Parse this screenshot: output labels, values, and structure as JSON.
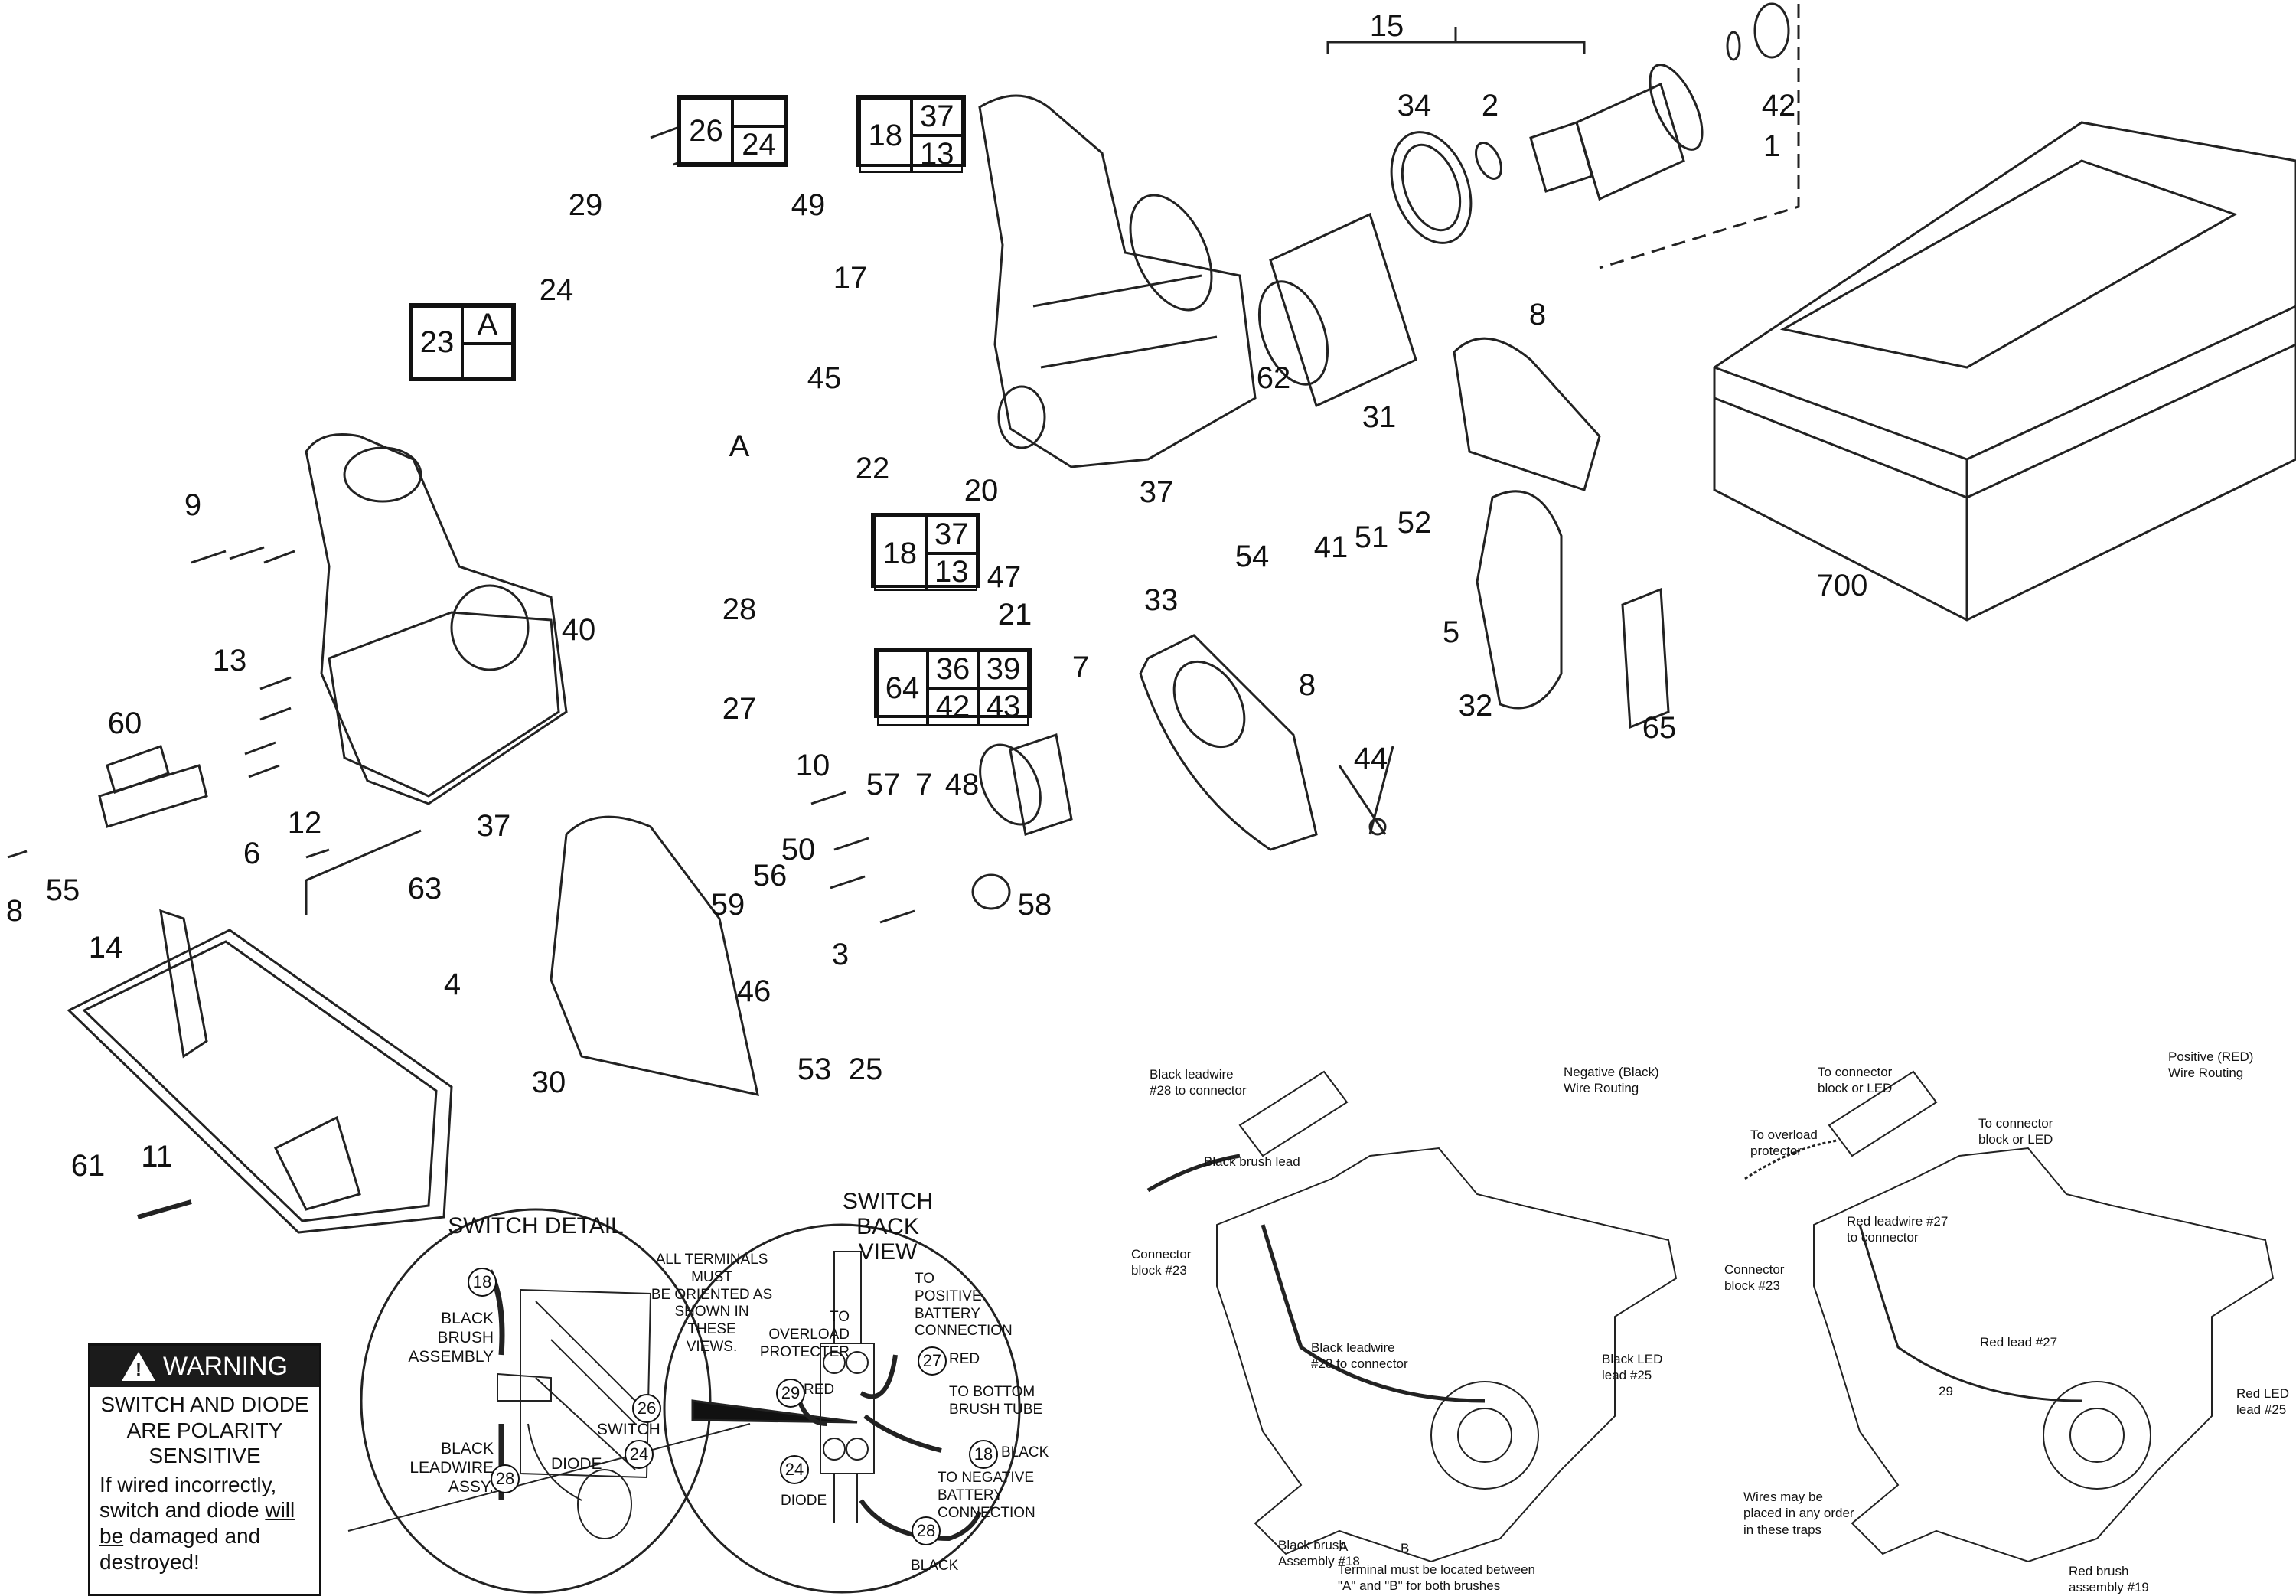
{
  "diagram": {
    "type": "exploded-parts-diagram",
    "subject": "Cordless circular saw with carrying case",
    "part_labels": [
      {
        "id": "15",
        "text": "15"
      },
      {
        "id": "34",
        "text": "34"
      },
      {
        "id": "2",
        "text": "2"
      },
      {
        "id": "42a",
        "text": "42"
      },
      {
        "id": "1",
        "text": "1"
      },
      {
        "id": "29",
        "text": "29"
      },
      {
        "id": "49",
        "text": "49"
      },
      {
        "id": "24",
        "text": "24"
      },
      {
        "id": "17",
        "text": "17"
      },
      {
        "id": "45",
        "text": "45"
      },
      {
        "id": "62",
        "text": "62"
      },
      {
        "id": "8a",
        "text": "8"
      },
      {
        "id": "31",
        "text": "31"
      },
      {
        "id": "A",
        "text": "A"
      },
      {
        "id": "22",
        "text": "22"
      },
      {
        "id": "20",
        "text": "20"
      },
      {
        "id": "37a",
        "text": "37"
      },
      {
        "id": "700",
        "text": "700"
      },
      {
        "id": "9",
        "text": "9"
      },
      {
        "id": "47",
        "text": "47"
      },
      {
        "id": "21",
        "text": "21"
      },
      {
        "id": "54",
        "text": "54"
      },
      {
        "id": "41",
        "text": "41"
      },
      {
        "id": "51",
        "text": "51"
      },
      {
        "id": "52",
        "text": "52"
      },
      {
        "id": "33",
        "text": "33"
      },
      {
        "id": "5",
        "text": "5"
      },
      {
        "id": "40",
        "text": "40"
      },
      {
        "id": "28",
        "text": "28"
      },
      {
        "id": "13",
        "text": "13"
      },
      {
        "id": "8b",
        "text": "8"
      },
      {
        "id": "32",
        "text": "32"
      },
      {
        "id": "65",
        "text": "65"
      },
      {
        "id": "7a",
        "text": "7"
      },
      {
        "id": "27",
        "text": "27"
      },
      {
        "id": "60",
        "text": "60"
      },
      {
        "id": "44",
        "text": "44"
      },
      {
        "id": "10",
        "text": "10"
      },
      {
        "id": "57",
        "text": "57"
      },
      {
        "id": "7b",
        "text": "7"
      },
      {
        "id": "48",
        "text": "48"
      },
      {
        "id": "12",
        "text": "12"
      },
      {
        "id": "37b",
        "text": "37"
      },
      {
        "id": "6",
        "text": "6"
      },
      {
        "id": "50",
        "text": "50"
      },
      {
        "id": "56",
        "text": "56"
      },
      {
        "id": "63",
        "text": "63"
      },
      {
        "id": "55",
        "text": "55"
      },
      {
        "id": "58",
        "text": "58"
      },
      {
        "id": "8c",
        "text": "8"
      },
      {
        "id": "59",
        "text": "59"
      },
      {
        "id": "3",
        "text": "3"
      },
      {
        "id": "14",
        "text": "14"
      },
      {
        "id": "46",
        "text": "46"
      },
      {
        "id": "4",
        "text": "4"
      },
      {
        "id": "53",
        "text": "53"
      },
      {
        "id": "25",
        "text": "25"
      },
      {
        "id": "30",
        "text": "30"
      },
      {
        "id": "61",
        "text": "61"
      },
      {
        "id": "11",
        "text": "11"
      }
    ],
    "kit_boxes": [
      {
        "main": "26",
        "cells": [
          "",
          "24"
        ]
      },
      {
        "main": "18",
        "cells": [
          "37",
          "13"
        ]
      },
      {
        "main": "23",
        "cells": [
          "A",
          ""
        ]
      },
      {
        "main": "18",
        "cells": [
          "37",
          "13"
        ]
      },
      {
        "main": "64",
        "cells": [
          "36",
          "39",
          "42",
          "43"
        ]
      }
    ]
  },
  "warning": {
    "header": "WARNING",
    "line1": "SWITCH AND DIODE\nARE POLARITY\nSENSITIVE",
    "body_a": "If wired incorrectly,",
    "body_b": "switch and diode ",
    "body_will": "will",
    "body_be": "be",
    "body_c": " damaged and",
    "body_d": "destroyed!"
  },
  "switch_detail": {
    "title": "SWITCH DETAIL",
    "black_brush": "BLACK\nBRUSH\nASSEMBLY",
    "black_leadwire": "BLACK\nLEADWIRE\nASSY.",
    "switch": "SWITCH",
    "diode": "DIODE",
    "c18": "18",
    "c26": "26",
    "c28": "28",
    "c24": "24"
  },
  "switch_back_view": {
    "title": "SWITCH\nBACK VIEW",
    "note": "ALL TERMINALS MUST\nBE ORIENTED AS\nSHOWN IN\nTHESE\nVIEWS.",
    "to_overload": "TO\nOVERLOAD\nPROTECTER",
    "to_positive": "TO\nPOSITIVE\nBATTERY\nCONNECTION",
    "to_bottom": "TO BOTTOM\nBRUSH TUBE",
    "to_negative": "TO NEGATIVE\nBATTERY\nCONNECTION",
    "diode": "DIODE",
    "red29": "RED",
    "red27": "RED",
    "black18": "BLACK",
    "black28": "BLACK",
    "c29": "29",
    "c27": "27",
    "c18": "18",
    "c24": "24",
    "c28": "28"
  },
  "negative_routing": {
    "title": "Negative (Black)\nWire Routing",
    "black_leadwire_top": "Black leadwire\n#28 to connector",
    "black_brush_lead": "Black brush lead",
    "connector_block": "Connector\nblock #23",
    "black_leadwire_mid": "Black leadwire\n#28 to connector",
    "black_led": "Black LED\nlead #25",
    "black_brush_assy": "Black brush\nAssembly #18",
    "a": "A",
    "b": "B",
    "terminal_note": "Terminal must be located between\n\"A\" and \"B\" for both brushes"
  },
  "positive_routing": {
    "title": "Positive (RED)\nWire Routing",
    "to_connector_1": "To connector\nblock or LED",
    "to_connector_2": "To connector\nblock or LED",
    "to_overload": "To overload\nprotector",
    "red_leadwire": "Red leadwire #27\nto connector",
    "connector_block": "Connector\nblock #23",
    "red_lead": "Red lead #27",
    "num29": "29",
    "red_led": "Red LED\nlead #25",
    "wires_note": "Wires may be\nplaced in any order\nin these traps",
    "red_brush": "Red brush\nassembly #19"
  }
}
